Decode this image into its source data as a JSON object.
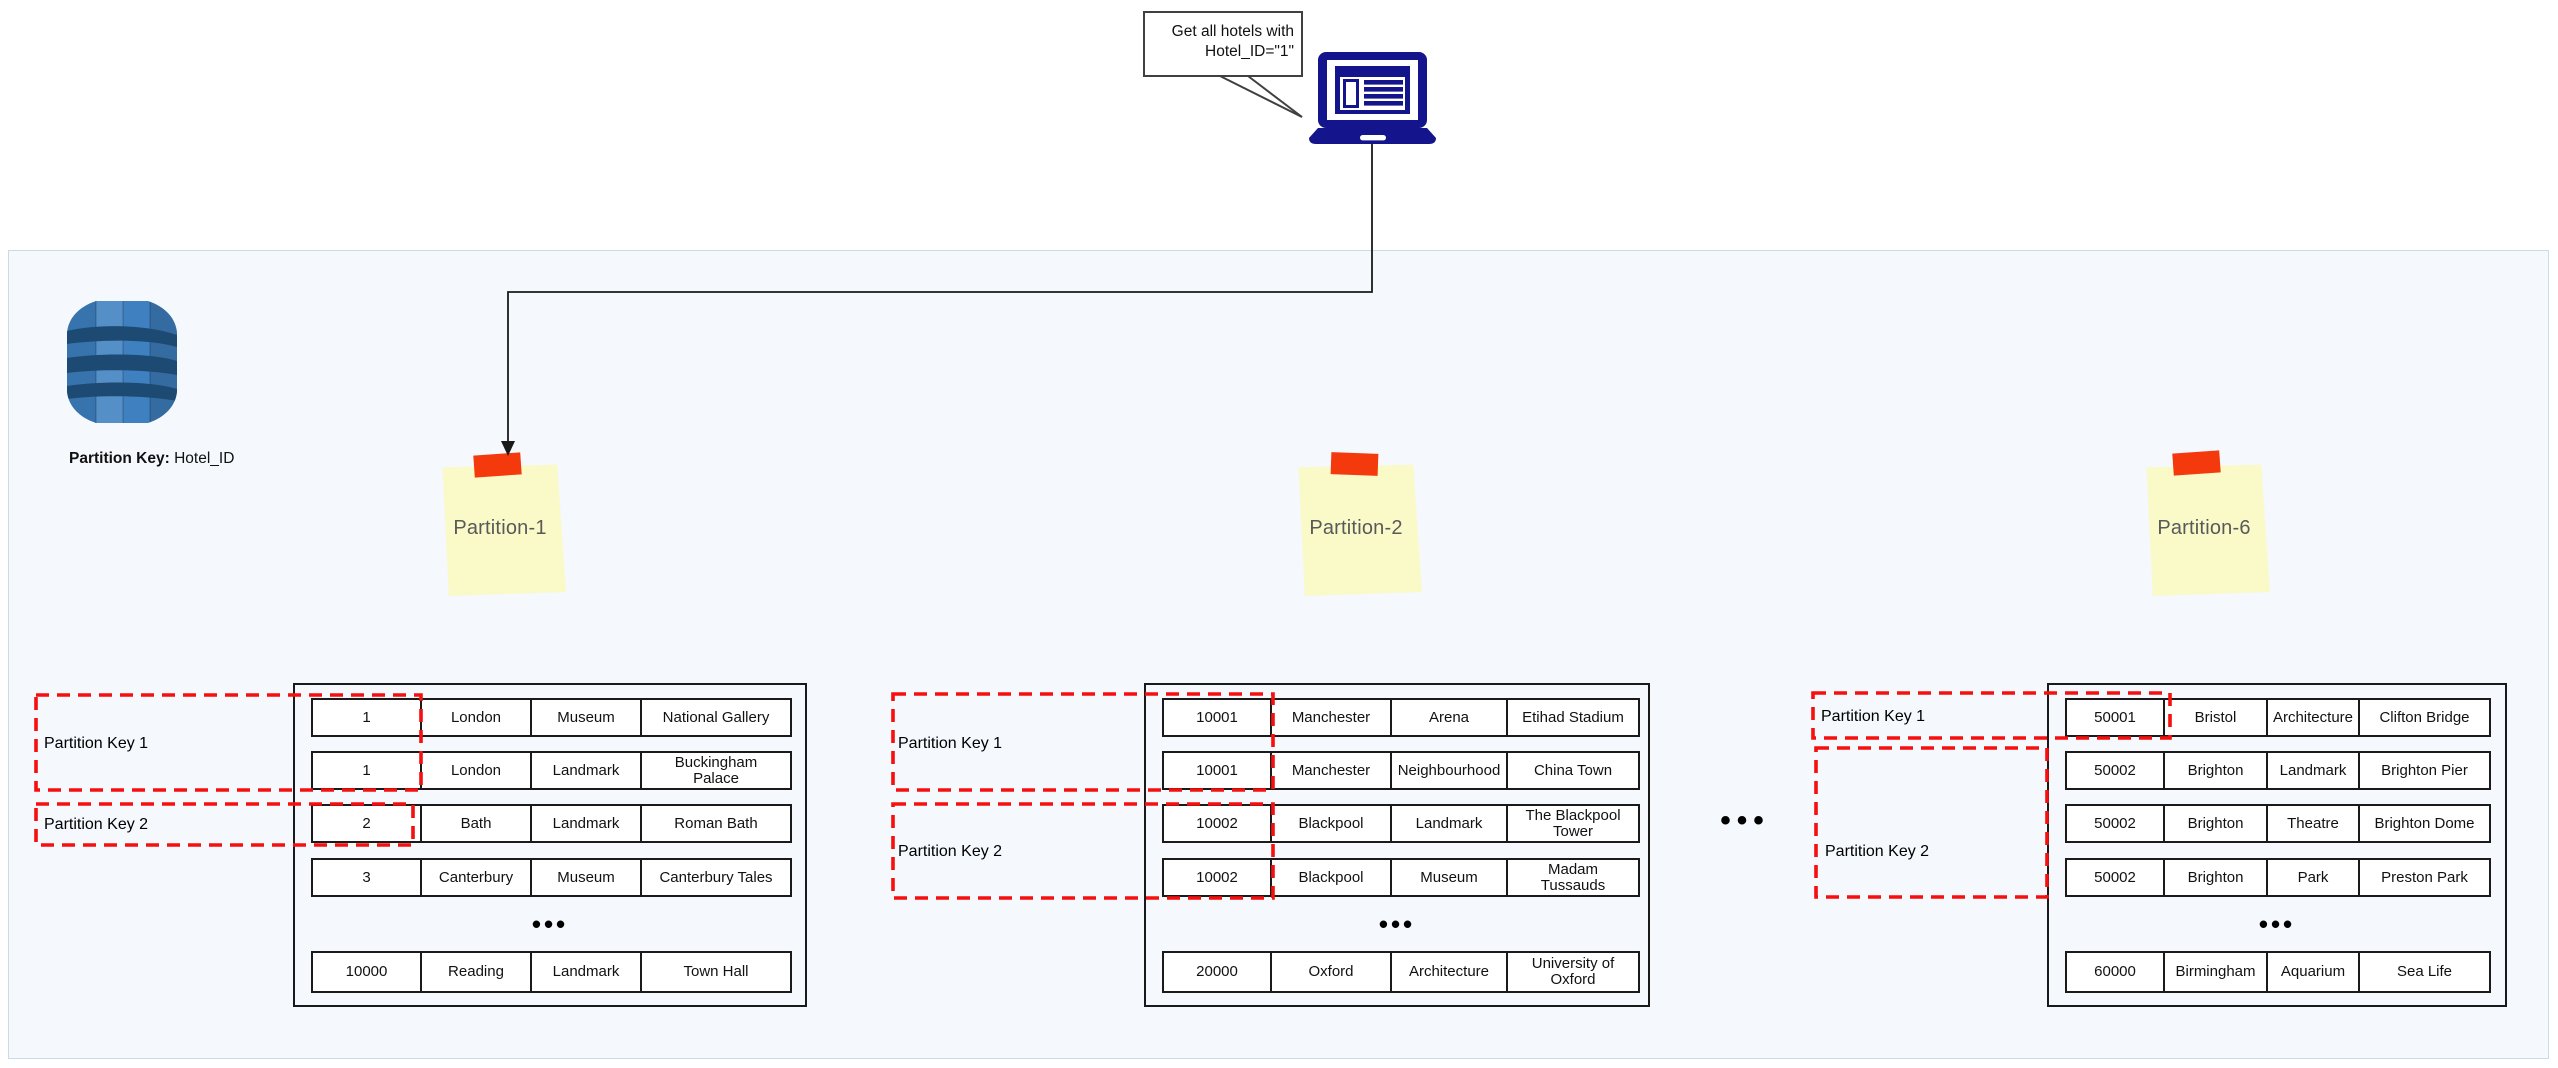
{
  "bubble": {
    "line1": "Get all hotels with",
    "line2": "Hotel_ID=\"1\""
  },
  "database": {
    "key_label": "Partition Key:",
    "key_value": "Hotel_ID"
  },
  "between_tables_ellipsis": "•••",
  "partitions": [
    {
      "note": "Partition-1",
      "pk1_label": "Partition Key 1",
      "pk2_label": "Partition Key 2",
      "ellipsis": "•••",
      "rows": [
        [
          "1",
          "London",
          "Museum",
          "National Gallery"
        ],
        [
          "1",
          "London",
          "Landmark",
          "Buckingham Palace"
        ],
        [
          "2",
          "Bath",
          "Landmark",
          "Roman Bath"
        ],
        [
          "3",
          "Canterbury",
          "Museum",
          "Canterbury Tales"
        ],
        [
          "10000",
          "Reading",
          "Landmark",
          "Town Hall"
        ]
      ]
    },
    {
      "note": "Partition-2",
      "pk1_label": "Partition Key 1",
      "pk2_label": "Partition Key 2",
      "ellipsis": "•••",
      "rows": [
        [
          "10001",
          "Manchester",
          "Arena",
          "Etihad Stadium"
        ],
        [
          "10001",
          "Manchester",
          "Neighbourhood",
          "China Town"
        ],
        [
          "10002",
          "Blackpool",
          "Landmark",
          "The Blackpool Tower"
        ],
        [
          "10002",
          "Blackpool",
          "Museum",
          "Madam Tussauds"
        ],
        [
          "20000",
          "Oxford",
          "Architecture",
          "University of Oxford"
        ]
      ]
    },
    {
      "note": "Partition-6",
      "pk1_label": "Partition Key 1",
      "pk2_label": "Partition Key 2",
      "ellipsis": "•••",
      "rows": [
        [
          "50001",
          "Bristol",
          "Architecture",
          "Clifton Bridge"
        ],
        [
          "50002",
          "Brighton",
          "Landmark",
          "Brighton Pier"
        ],
        [
          "50002",
          "Brighton",
          "Theatre",
          "Brighton Dome"
        ],
        [
          "50002",
          "Brighton",
          "Park",
          "Preston Park"
        ],
        [
          "60000",
          "Birmingham",
          "Aquarium",
          "Sea Life"
        ]
      ]
    }
  ],
  "colors": {
    "dashed_red": "#F50F0F",
    "note_yellow": "#FAFAC8",
    "tape_red": "#F4390D",
    "laptop_navy": "#14148C",
    "db_blue": "#3E80C0",
    "db_band_navy": "#1D4A72",
    "panel_bg": "#F5F8FC",
    "panel_border": "#CCD9E7"
  }
}
